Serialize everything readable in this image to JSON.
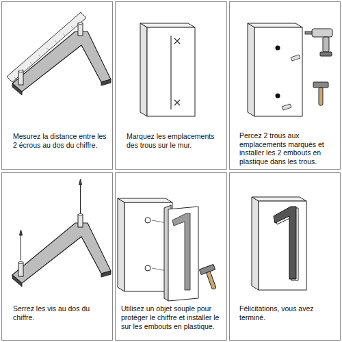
{
  "diagram": {
    "nodes": [
      {
        "text": [
          "Mesurez la distance entre les 2 écrous au dos du chiffre."
        ]
      },
      {
        "text": [
          "Marquez les emplacements des trous sur le mur."
        ]
      },
      {
        "text": [
          "Percez 2 trous aux emplacements marqués et installer les 2 embouts en plastique dans les trous."
        ]
      },
      {
        "text": [
          "Serrez les vis au dos du chiffre."
        ]
      },
      {
        "text": [
          "Utilisez un objet souple pour protéger le chiffre et installer le sur les embouts en plastique."
        ]
      },
      {
        "text": [
          "Félicitations, vous avez terminé."
        ]
      }
    ]
  }
}
